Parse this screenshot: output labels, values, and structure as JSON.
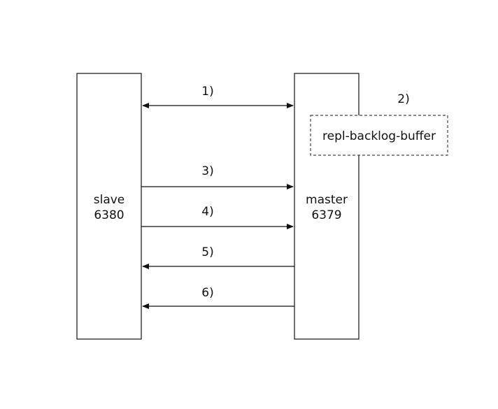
{
  "diagram": {
    "nodes": {
      "slave": {
        "name": "slave",
        "port": "6380"
      },
      "master": {
        "name": "master",
        "port": "6379"
      },
      "buffer": {
        "name": "repl-backlog-buffer"
      }
    },
    "steps": [
      {
        "id": "1",
        "label": "1)",
        "direction": "both"
      },
      {
        "id": "2",
        "label": "2)",
        "direction": "none"
      },
      {
        "id": "3",
        "label": "3)",
        "direction": "to-master"
      },
      {
        "id": "4",
        "label": "4)",
        "direction": "to-master"
      },
      {
        "id": "5",
        "label": "5)",
        "direction": "to-slave"
      },
      {
        "id": "6",
        "label": "6)",
        "direction": "to-slave"
      }
    ],
    "colors": {
      "stroke": "#111111",
      "text": "#111111",
      "background": "#ffffff"
    }
  }
}
